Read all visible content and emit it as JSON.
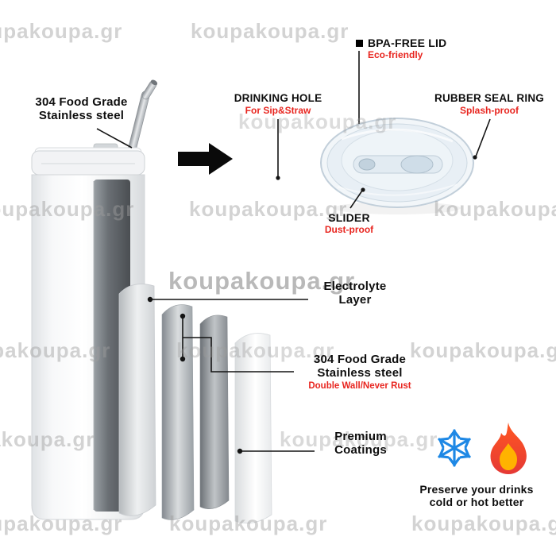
{
  "watermark": {
    "text": "koupakoupa.gr"
  },
  "callouts": {
    "straw_material": {
      "line1": "304 Food Grade",
      "line2": "Stainless steel"
    },
    "bpa_lid": {
      "title": "BPA-FREE LID",
      "subtitle": "Eco-friendly"
    },
    "drinking_hole": {
      "title": "DRINKING HOLE",
      "subtitle": "For Sip&Straw"
    },
    "rubber_seal": {
      "title": "RUBBER SEAL RING",
      "subtitle": "Splash-proof"
    },
    "slider": {
      "title": "SLIDER",
      "subtitle": "Dust-proof"
    },
    "electrolyte": {
      "line1": "Electrolyte",
      "line2": "Layer"
    },
    "inner_wall": {
      "line1": "304 Food Grade",
      "line2": "Stainless steel",
      "subtitle": "Double Wall/Never Rust"
    },
    "coatings": {
      "line1": "Premium",
      "line2": "Coatings"
    },
    "preserve": {
      "line1": "Preserve your drinks",
      "line2": "cold or hot better"
    }
  },
  "colors": {
    "accent_red": "#e8251f",
    "watermark_gray": "#9e9e9e",
    "snowflake_blue": "#1e88e5",
    "flame_orange": "#ff5722",
    "text_black": "#111111"
  }
}
